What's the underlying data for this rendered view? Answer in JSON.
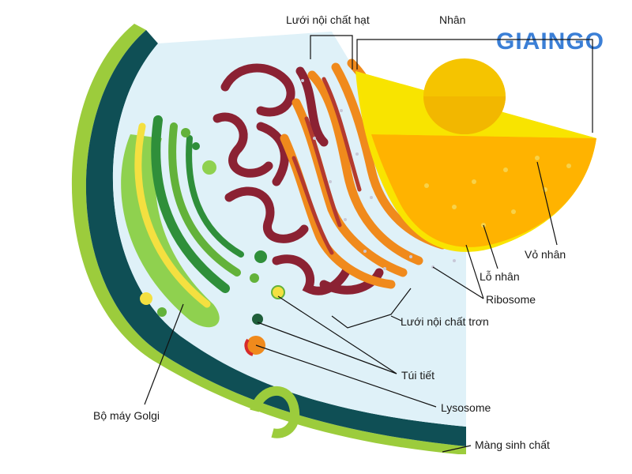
{
  "brand": {
    "logo_text": "GIAINGO"
  },
  "labels": {
    "rough_er": "Lưới nội chất hạt",
    "nucleus": "Nhân",
    "nuclear_envelope": "Vỏ nhân",
    "nuclear_pore": "Lỗ nhân",
    "ribosome": "Ribosome",
    "smooth_er": "Lưới nội chất trơn",
    "secretory_vesicle": "Túi tiết",
    "lysosome": "Lysosome",
    "golgi": "Bộ máy Golgi",
    "plasma_membrane": "Màng sinh chất"
  },
  "colors": {
    "membrane": "#9ccc3c",
    "cytoplasm_dark": "#0f4f55",
    "cytoplasm_light": "#dff1f8",
    "nucleus": "#ffb300",
    "nucleolus": "#f5c400",
    "rough_er": "#f08a1c",
    "smooth_er": "#8b2233",
    "golgi": "#63b23a",
    "logo": "#3b7fd6"
  }
}
